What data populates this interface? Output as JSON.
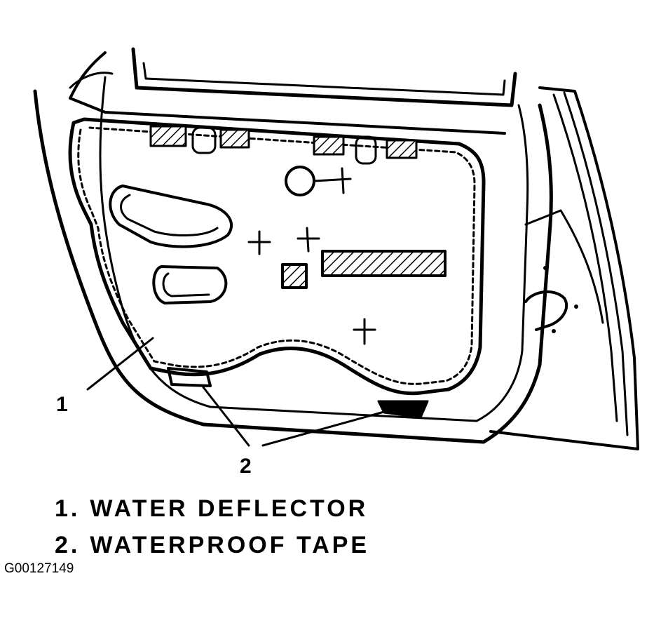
{
  "callouts": {
    "one": "1",
    "two": "2"
  },
  "legend": [
    {
      "num": "1.",
      "label": "WATER DEFLECTOR"
    },
    {
      "num": "2.",
      "label": "WATERPROOF TAPE"
    }
  ],
  "figure_id": "G00127149",
  "colors": {
    "ink": "#000000",
    "paper": "#ffffff"
  }
}
